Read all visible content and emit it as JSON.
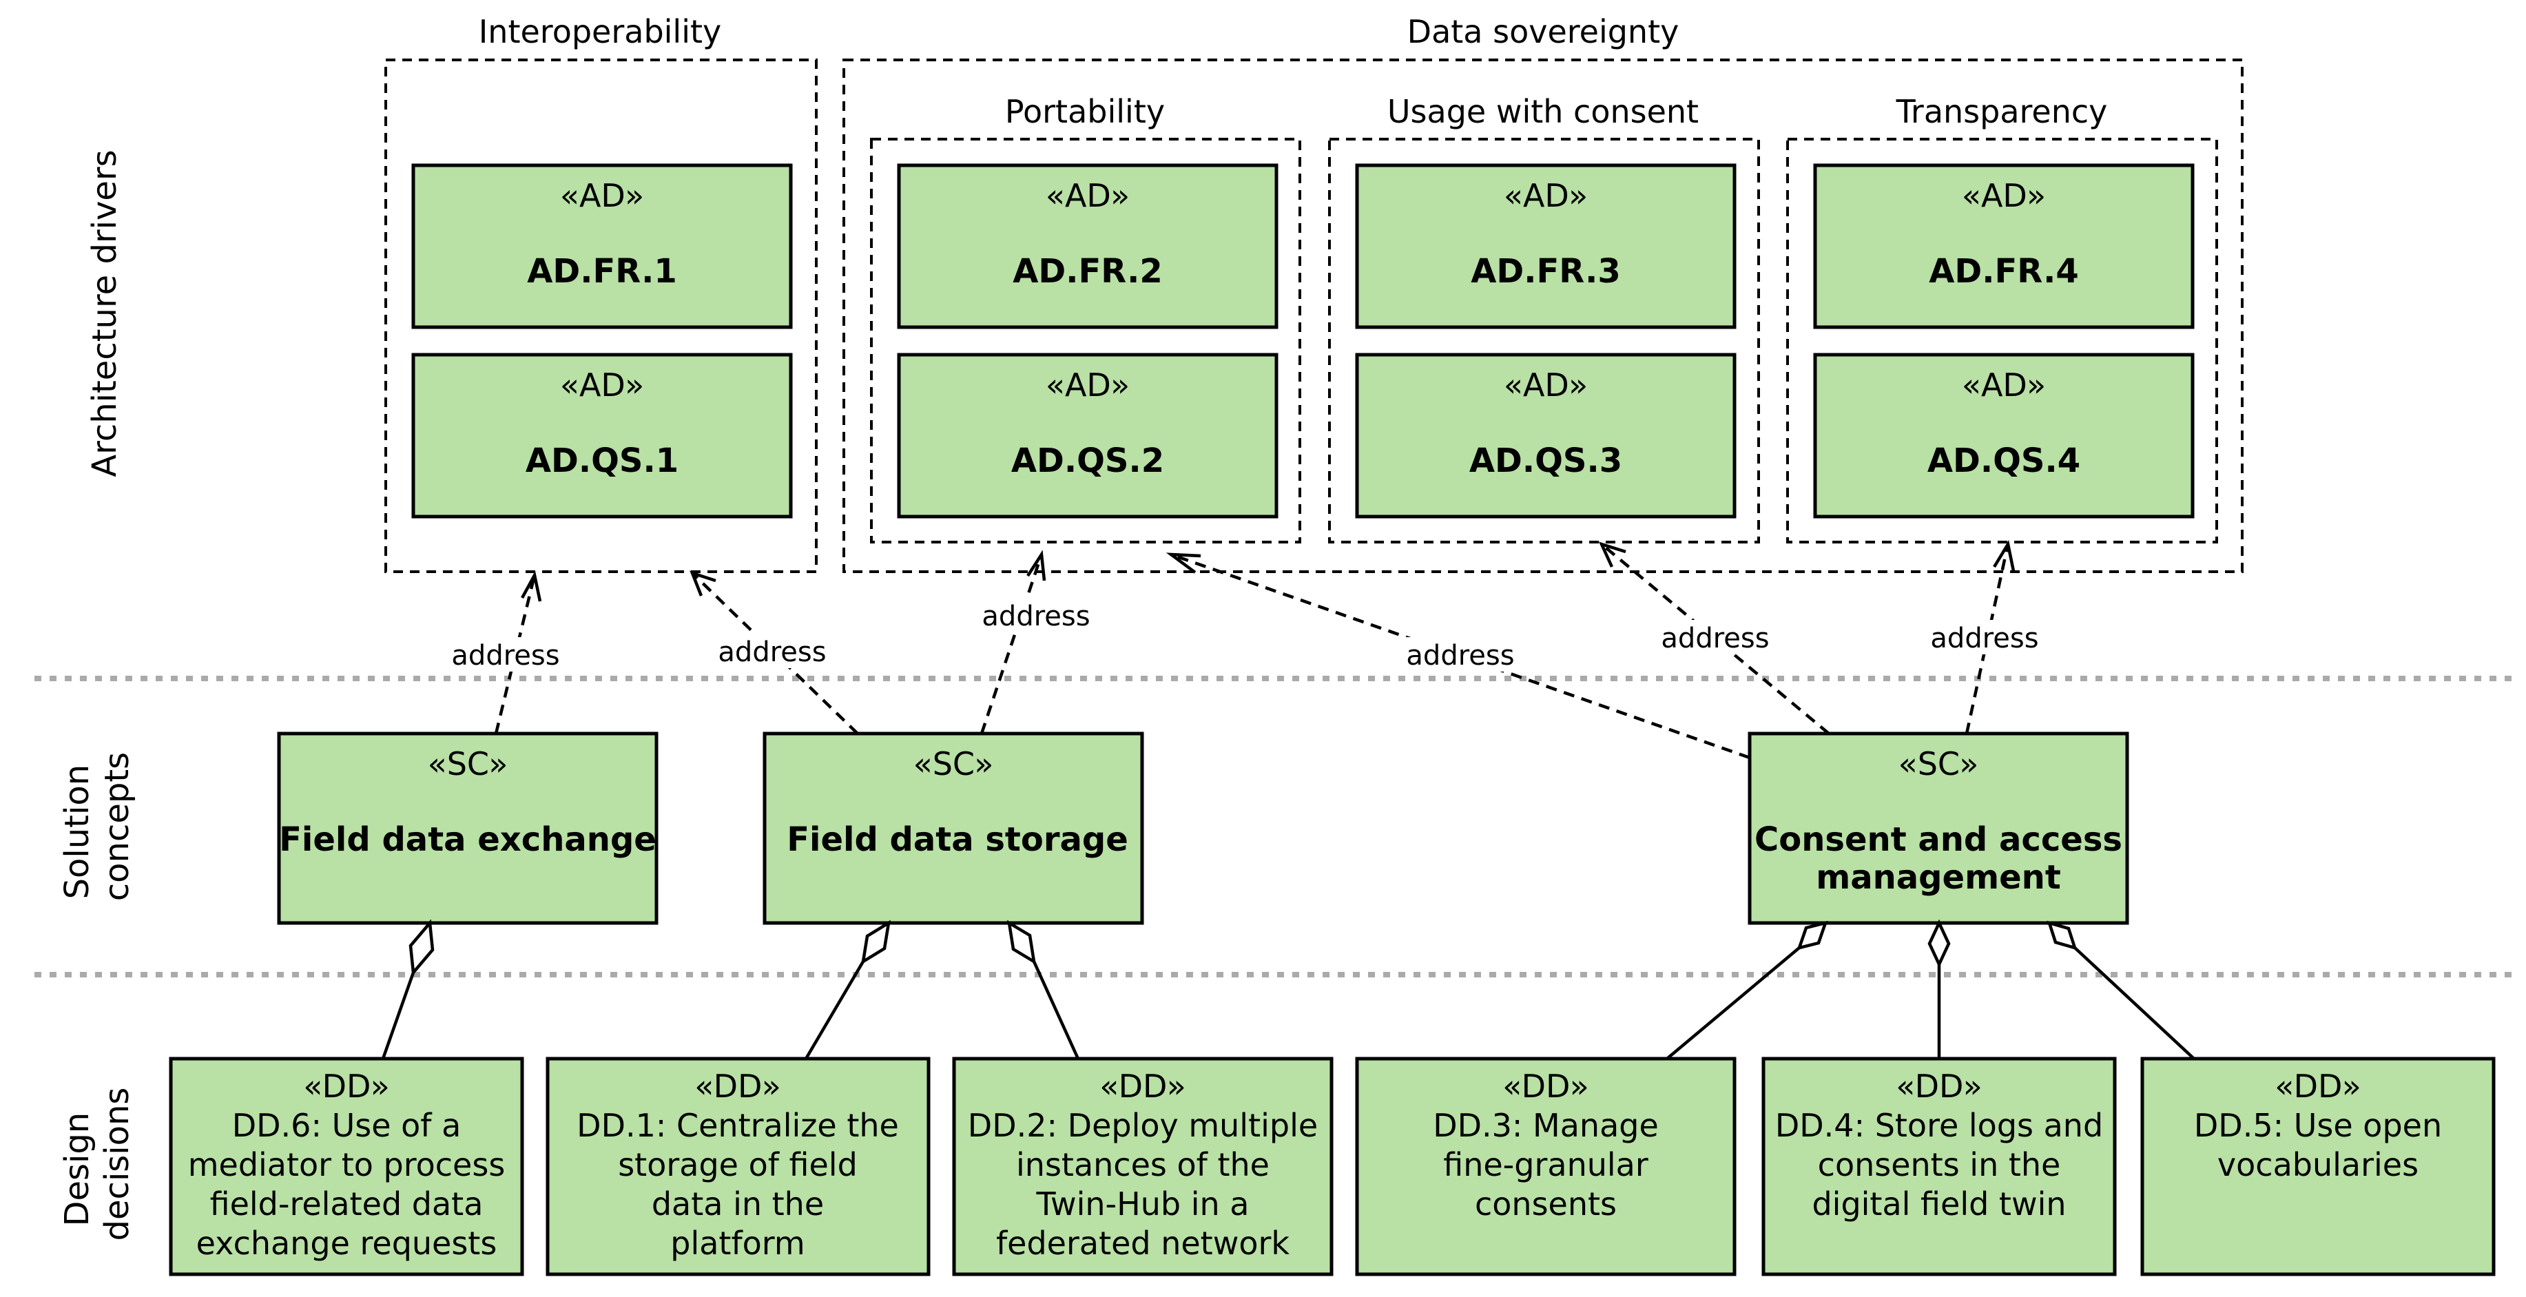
{
  "lanes": {
    "drivers": "Architecture drivers",
    "concepts": [
      "Solution",
      "concepts"
    ],
    "decisions": [
      "Design",
      "decisions"
    ]
  },
  "groups": {
    "interoperability": "Interoperability",
    "sovereignty": "Data sovereignty",
    "portability": "Portability",
    "consent": "Usage with consent",
    "transparency": "Transparency"
  },
  "drivers": {
    "stereotype": "«AD»",
    "fr1": "AD.FR.1",
    "qs1": "AD.QS.1",
    "fr2": "AD.FR.2",
    "qs2": "AD.QS.2",
    "fr3": "AD.FR.3",
    "qs3": "AD.QS.3",
    "fr4": "AD.FR.4",
    "qs4": "AD.QS.4"
  },
  "concepts": {
    "stereotype": "«SC»",
    "exchange": [
      "Field data exchange"
    ],
    "storage": [
      "Field data storage"
    ],
    "access": [
      "Consent and access",
      "management"
    ]
  },
  "decisions": {
    "stereotype": "«DD»",
    "dd6": [
      "DD.6: Use of a",
      "mediator to process",
      "field-related data",
      "exchange requests"
    ],
    "dd1": [
      "DD.1: Centralize the",
      "storage of field",
      "data in the",
      "platform"
    ],
    "dd2": [
      "DD.2: Deploy multiple",
      "instances of the",
      "Twin-Hub in a",
      "federated network"
    ],
    "dd3": [
      "DD.3: Manage",
      "fine-granular",
      "consents"
    ],
    "dd4": [
      "DD.4: Store logs and",
      "consents in the",
      "digital field twin"
    ],
    "dd5": [
      "DD.5: Use open",
      "vocabularies"
    ]
  },
  "edge_label": "address"
}
